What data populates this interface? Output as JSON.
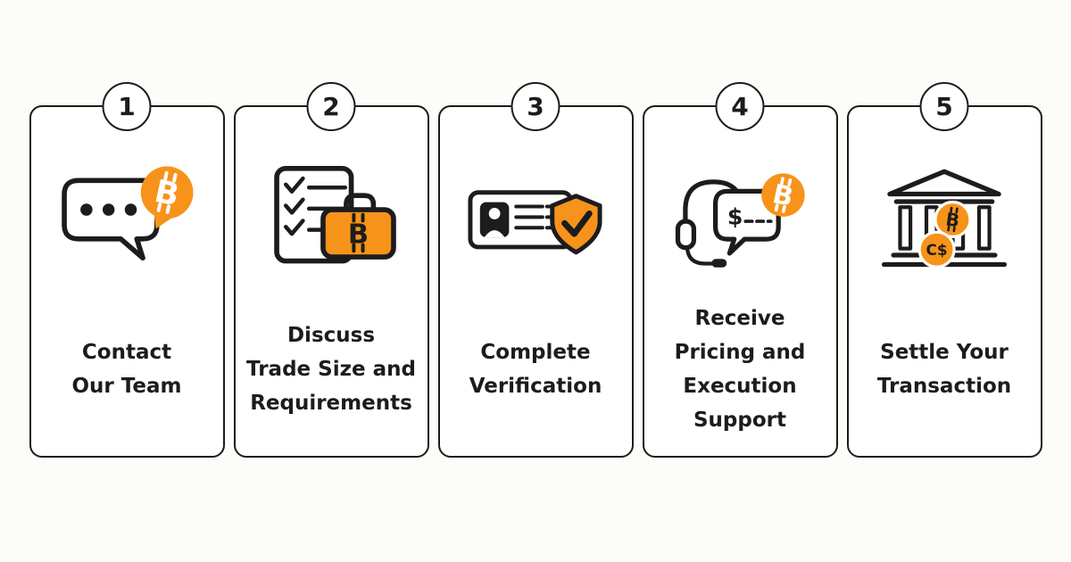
{
  "colors": {
    "accent": "#F7931A",
    "ink": "#1C1C1C",
    "card": "#FFFFFF",
    "page": "#FCFCF9"
  },
  "steps": [
    {
      "number": "1",
      "lines": [
        "Contact",
        "Our Team"
      ]
    },
    {
      "number": "2",
      "lines": [
        "Discuss",
        "Trade Size and",
        "Requirements"
      ]
    },
    {
      "number": "3",
      "lines": [
        "Complete",
        "Verification"
      ]
    },
    {
      "number": "4",
      "lines": [
        "Receive",
        "Pricing and",
        "Execution",
        "Support"
      ]
    },
    {
      "number": "5",
      "lines": [
        "Settle Your",
        "Transaction"
      ]
    }
  ],
  "glyphs": {
    "bitcoin": "B",
    "dollar": "$",
    "cad": "C$"
  }
}
